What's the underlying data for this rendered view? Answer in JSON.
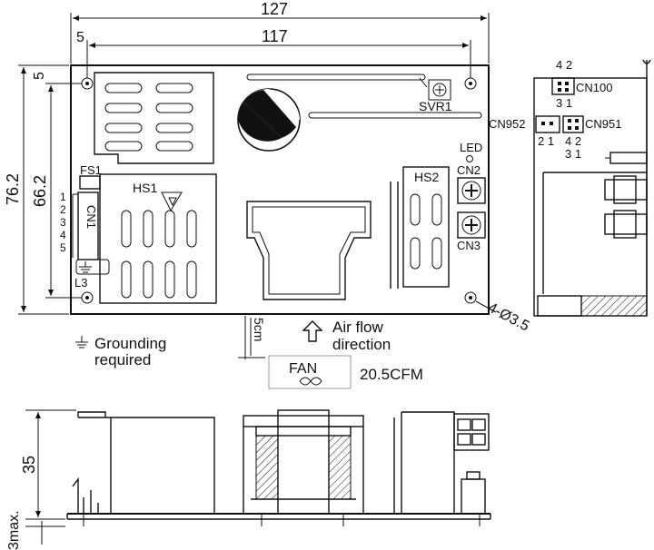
{
  "dims": {
    "width_total": "127",
    "width_holes": "117",
    "hole_offset_x": "5",
    "hole_offset_y": "5",
    "height_total": "76.2",
    "height_holes": "66.2",
    "mount_holes": "4-Ø3.5",
    "side_height": "35",
    "side_clearance": "3max.",
    "fan_gap": "5cm"
  },
  "labels": {
    "svr": "SVR1",
    "fs": "FS1",
    "hs1": "HS1",
    "hs2": "HS2",
    "led": "LED",
    "cn1": "CN1",
    "cn2": "CN2",
    "cn3": "CN3",
    "l3": "L3",
    "cn100": "CN100",
    "cn951": "CN951",
    "cn952": "CN952",
    "cn1_pins": [
      "1",
      "2",
      "3",
      "4",
      "5"
    ],
    "cn100_top": "4 2",
    "cn100_bot": "3 1",
    "cn952_pins": "2 1",
    "cn951_top": "4 2",
    "cn951_bot": "3 1"
  },
  "notes": {
    "grounding_line1": "Grounding",
    "grounding_line2": "required",
    "airflow_line1": "Air flow",
    "airflow_line2": "direction",
    "fan": "FAN",
    "fan_rating": "20.5CFM"
  }
}
